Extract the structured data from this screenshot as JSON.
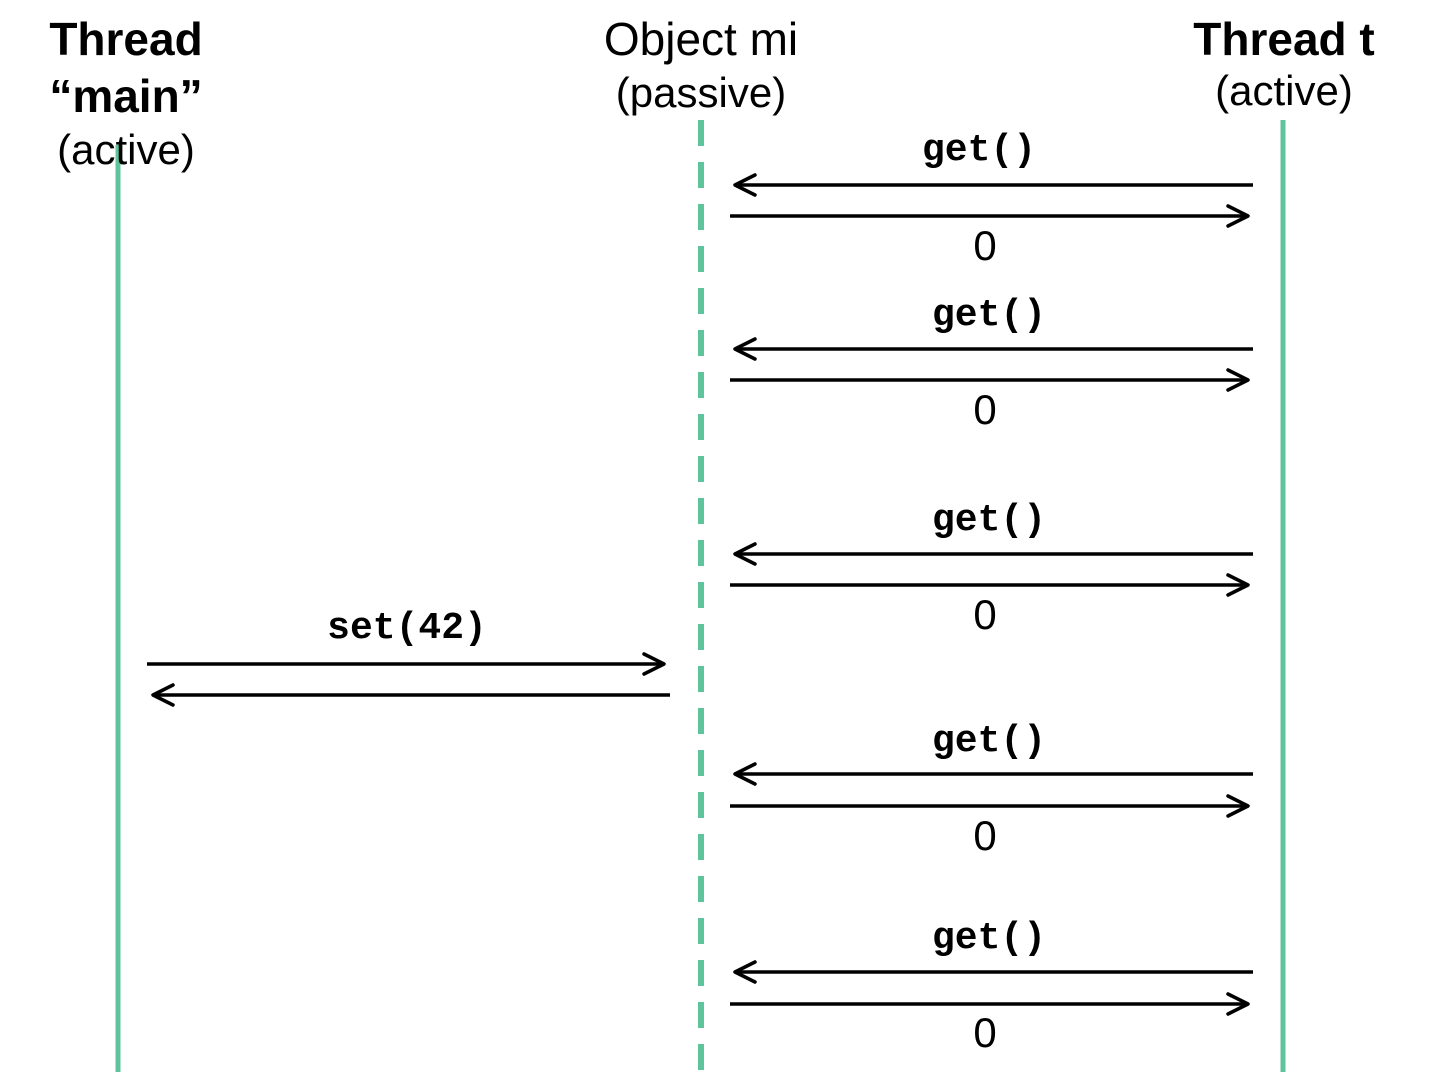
{
  "participants": {
    "main": {
      "title_line1": "Thread",
      "title_line2": "“main”",
      "subtitle": "(active)"
    },
    "object": {
      "title": "Object mi",
      "subtitle": "(passive)"
    },
    "thread_t": {
      "title": "Thread t",
      "subtitle": "(active)"
    }
  },
  "colors": {
    "lifeline": "#5ec49b",
    "arrow": "#000000"
  },
  "messages": [
    {
      "from": "thread_t",
      "to": "object",
      "call": "get()",
      "return": "0"
    },
    {
      "from": "thread_t",
      "to": "object",
      "call": "get()",
      "return": "0"
    },
    {
      "from": "thread_t",
      "to": "object",
      "call": "get()",
      "return": "0"
    },
    {
      "from": "main",
      "to": "object",
      "call": "set(42)",
      "return": ""
    },
    {
      "from": "thread_t",
      "to": "object",
      "call": "get()",
      "return": "0"
    },
    {
      "from": "thread_t",
      "to": "object",
      "call": "get()",
      "return": "0"
    }
  ]
}
